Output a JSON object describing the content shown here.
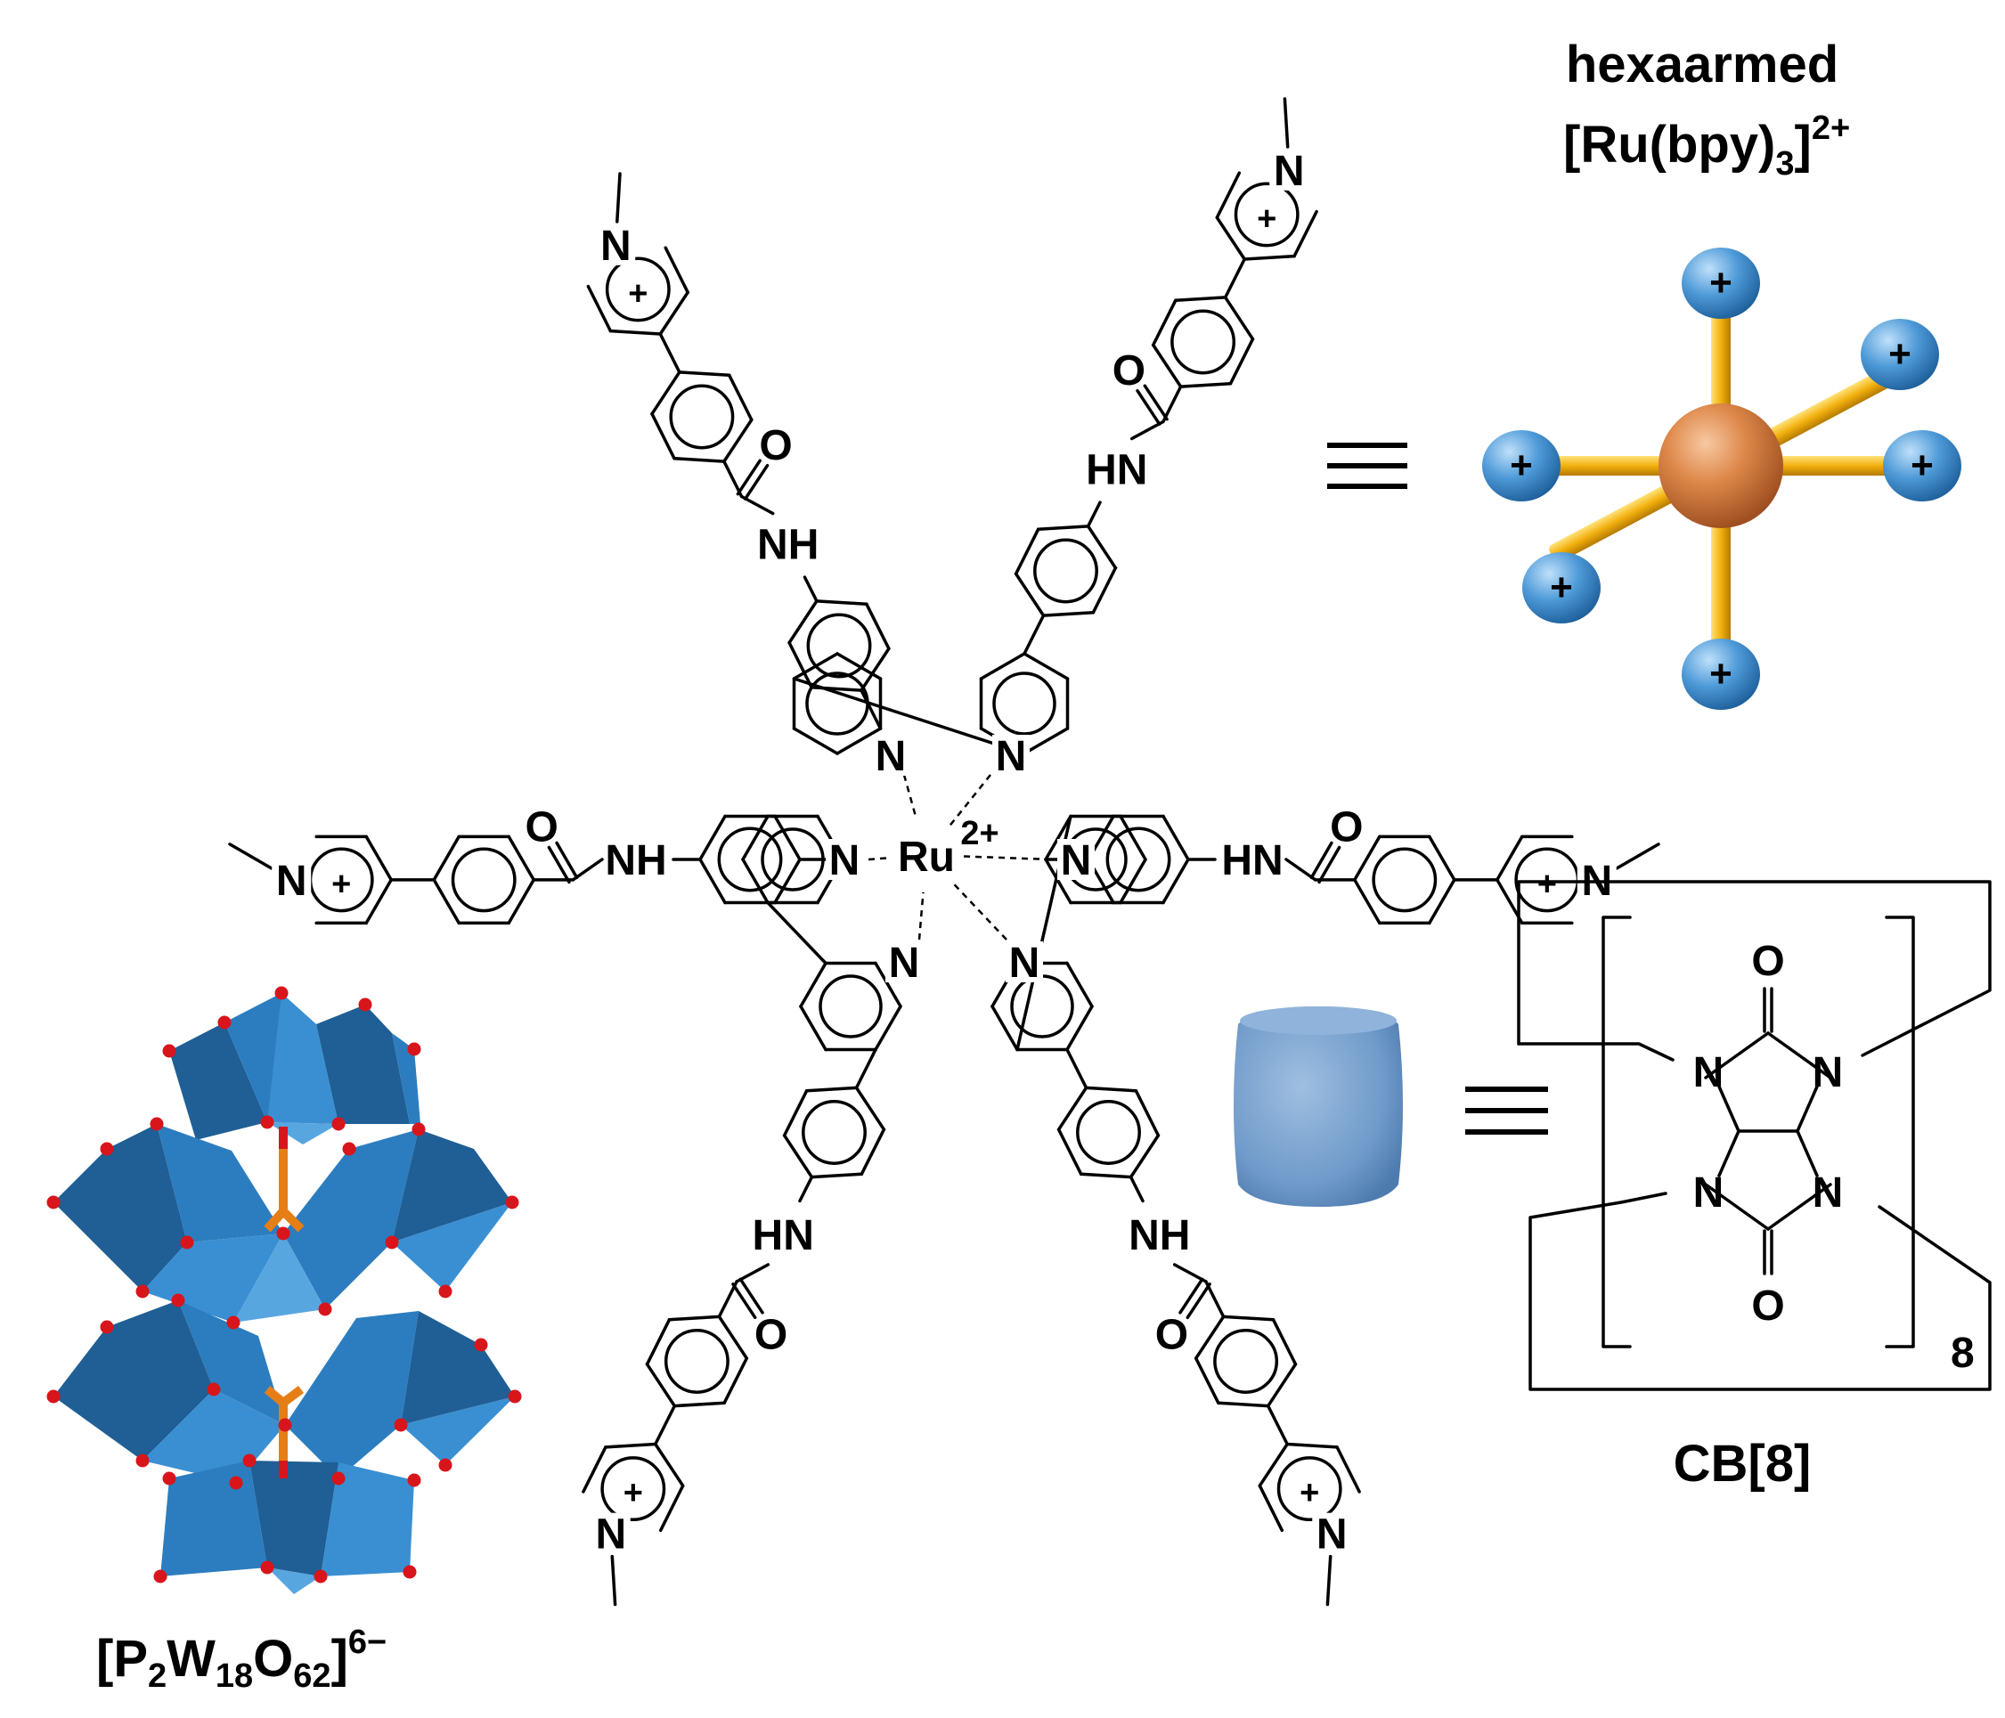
{
  "labels": {
    "hexa_title_line1": "hexaarmed",
    "hexa_title_line2_main": "[Ru(bpy)",
    "hexa_title_line2_sub": "3",
    "hexa_title_line2_close": "]",
    "hexa_title_line2_sup": "2+",
    "cb_label": "CB[8]",
    "cb_repeat": "8",
    "pom_open": "[P",
    "pom_s1": "2",
    "pom_w": "W",
    "pom_s2": "18",
    "pom_o": "O",
    "pom_s3": "62",
    "pom_close": "]",
    "pom_sup": "6−",
    "equiv": "≡"
  },
  "atoms": {
    "ru": "Ru",
    "ru_charge": "2+",
    "n": "N",
    "nh": "NH",
    "hn": "HN",
    "o": "O",
    "plus": "+"
  },
  "colors": {
    "gold": "#F2B00E",
    "sphere": "#D97A3A",
    "ball": "#4E9AD8",
    "pom_dark": "#1F5F95",
    "pom_mid": "#2C7DBF",
    "pom_light": "#58A6E0",
    "pom_atom": "#D8151B",
    "pom_core": "#E67E16",
    "cb_shell": "#6F9ACA"
  }
}
